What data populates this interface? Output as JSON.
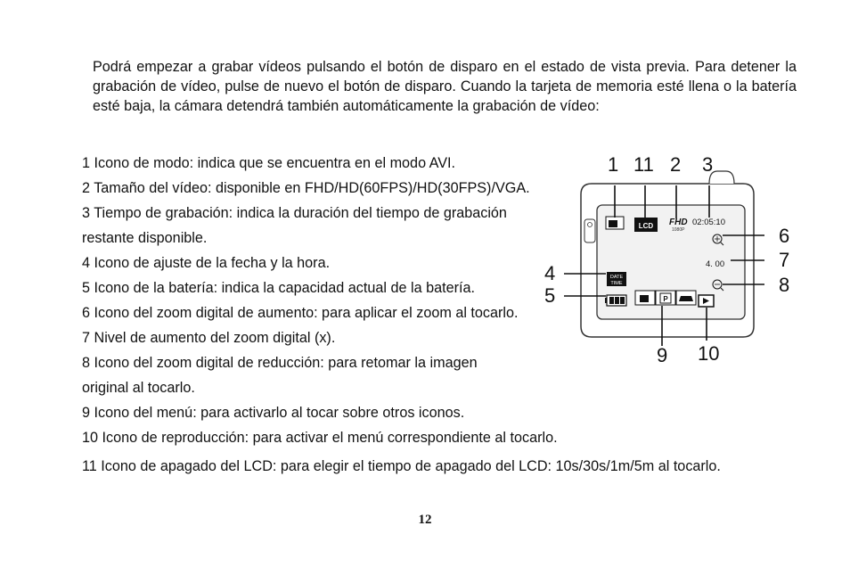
{
  "intro": "Podrá empezar a grabar vídeos pulsando el botón de disparo en el estado de vista previa. Para detener la grabación de vídeo, pulse de nuevo el botón de disparo. Cuando la tarjeta de memoria esté llena o la batería esté baja, la cámara detendrá también automáticamente la grabación de vídeo:",
  "items": [
    "1 Icono de modo: indica que se encuentra en el modo AVI.",
    "2 Tamaño del vídeo: disponible en FHD/HD(60FPS)/HD(30FPS)/VGA.",
    "3 Tiempo de grabación: indica la duración del tiempo de grabación",
    "restante disponible.",
    "4 Icono de ajuste de la fecha y la hora.",
    "5 Icono de la batería: indica la capacidad actual de la batería.",
    "6 Icono del zoom digital de aumento: para aplicar el zoom al tocarlo.",
    "7 Nivel de aumento del zoom digital (x).",
    "8 Icono del zoom digital de reducción: para retomar la imagen",
    "original al tocarlo.",
    "9 Icono del menú: para activarlo al tocar sobre otros iconos.",
    "10 Icono de reproducción: para activar el menú correspondiente al tocarlo.",
    "11 Icono de apagado del LCD: para elegir el tiempo de apagado del LCD: 10s/30s/1m/5m al tocarlo."
  ],
  "diagram": {
    "callouts": [
      "1",
      "11",
      "2",
      "3",
      "6",
      "7",
      "8",
      "4",
      "5",
      "9",
      "10"
    ],
    "lcd_label": "LCD",
    "fhd_label": "FHD",
    "fhd_sub": "1080P",
    "record_time": "02:05:10",
    "zoom_level": "4. 00",
    "date_label_1": "DATE",
    "date_label_2": "TIME",
    "menu_label": "P"
  },
  "page_number": "12"
}
